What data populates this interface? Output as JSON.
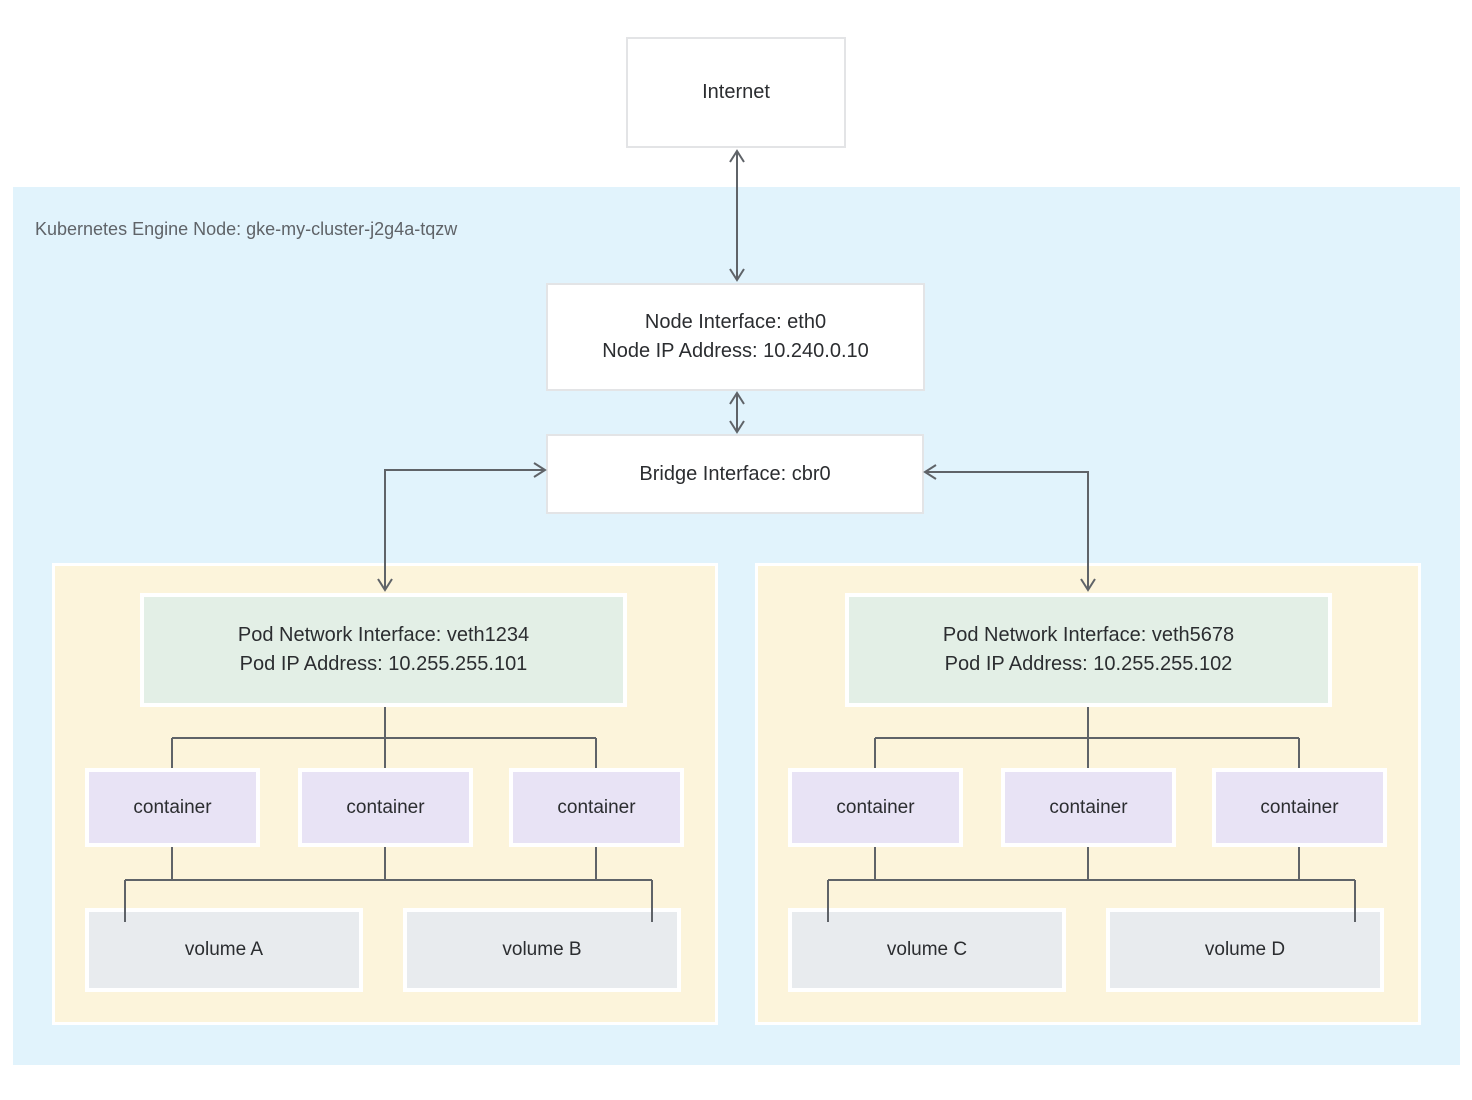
{
  "diagram": {
    "internet": {
      "label": "Internet"
    },
    "node": {
      "label": "Kubernetes Engine Node: gke-my-cluster-j2g4a-tqzw",
      "interface": {
        "line1": "Node Interface: eth0",
        "line2": "Node IP Address: 10.240.0.10"
      },
      "bridge": {
        "label": "Bridge Interface: cbr0"
      }
    },
    "pods": [
      {
        "network_interface": {
          "line1": "Pod Network Interface: veth1234",
          "line2": "Pod IP Address: 10.255.255.101"
        },
        "containers": [
          "container",
          "container",
          "container"
        ],
        "volumes": [
          "volume A",
          "volume B"
        ]
      },
      {
        "network_interface": {
          "line1": "Pod Network Interface: veth5678",
          "line2": "Pod IP Address: 10.255.255.102"
        },
        "containers": [
          "container",
          "container",
          "container"
        ],
        "volumes": [
          "volume C",
          "volume D"
        ]
      }
    ],
    "colors": {
      "node_region_bg": "#e1f3fc",
      "pod_bg": "#fcf4db",
      "pod_interface_bg": "#e3efe6",
      "container_bg": "#e8e3f5",
      "volume_bg": "#e8ebee",
      "connector_line": "#5f6368",
      "box_border": "#e3e4e6",
      "region_label_text": "#5f6368",
      "text": "#2b2d30"
    }
  }
}
